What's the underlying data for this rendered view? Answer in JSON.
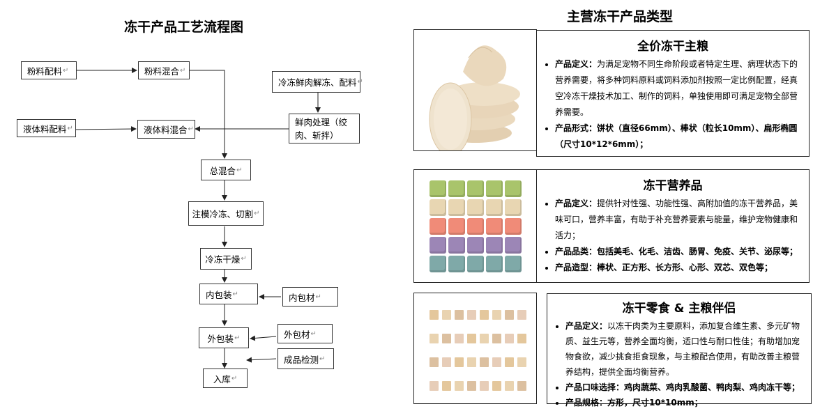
{
  "left": {
    "title": "冻干产品工艺流程图",
    "mark": "↵",
    "nodes": {
      "powder_mix_prep": "粉料配料",
      "powder_mix": "粉料混合",
      "thaw": "冷冻鲜肉解冻、配料",
      "liquid_prep": "液体料配料",
      "liquid_mix": "液体料混合",
      "meat_process": "鲜肉处理（绞肉、斩拌）",
      "total_mix": "总混合",
      "mold": "注模冷冻、切割",
      "freeze_dry": "冷冻干燥",
      "inner_pack": "内包装",
      "inner_material": "内包材",
      "outer_pack": "外包装",
      "outer_material": "外包材",
      "inspection": "成品检测",
      "storage": "入库"
    }
  },
  "right": {
    "title": "主营冻干产品类型",
    "products": [
      {
        "name": "全价冻干主粮",
        "bullets": [
          {
            "label": "产品定义：",
            "text": "为满足宠物不同生命阶段或者特定生理、病理状态下的营养需要，将多种饲料原料或饲料添加剂按照一定比例配置，经真空冷冻干燥技术加工、制作的饲料，单独使用即可满足宠物全部营养需要。"
          },
          {
            "label": "产品形式：",
            "text": "饼状（直径66mm）、棒状（粒长10mm）、扁形椭圆（尺寸10*12*6mm）；"
          }
        ]
      },
      {
        "name": "冻干营养品",
        "bullets": [
          {
            "label": "产品定义：",
            "text": "提供针对性强、功能性强、高附加值的冻干营养品，美味可口，营养丰富，有助于补充营养要素与能量，维护宠物健康和活力；"
          },
          {
            "label": "产品品类：",
            "text": "包括美毛、化毛、洁齿、肠胃、免疫、关节、泌尿等；"
          },
          {
            "label": "产品造型：",
            "text": "棒状、正方形、长方形、心形、双芯、双色等；"
          }
        ]
      },
      {
        "name": "冻干零食 & 主粮伴侣",
        "bullets": [
          {
            "label": "产品定义：",
            "text": "以冻干肉类为主要原料，添加复合维生素、多元矿物质、益生元等，营养全面均衡，适口性与耐口性佳；有助增加宠物食欲，减少挑食拒食现象，与主粮配合使用，有助改善主粮营养结构，提供全面均衡营养。"
          },
          {
            "label": "产品口味选择：",
            "text": "鸡肉蔬菜、鸡肉乳酸菌、鸭肉梨、鸡肉冻干等；"
          },
          {
            "label": "产品规格：",
            "text": "方形，尺寸10*10mm；"
          }
        ]
      }
    ],
    "colors": {
      "cream": "#e9d8bf",
      "cube_rows": [
        "#a9c46b",
        "#e8d6b2",
        "#f08b78",
        "#9c86b6",
        "#7fa9a8"
      ]
    }
  }
}
